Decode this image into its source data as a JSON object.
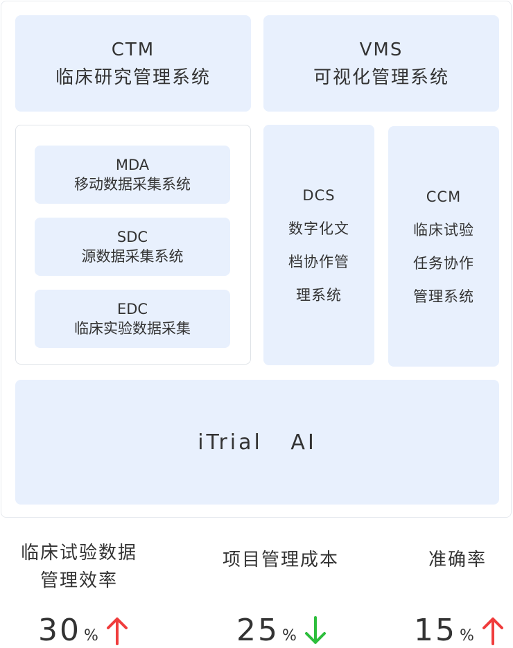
{
  "diagram": {
    "ctm": {
      "abbr": "CTM",
      "name": "临床研究管理系统"
    },
    "vms": {
      "abbr": "VMS",
      "name": "可视化管理系统"
    },
    "mda": {
      "abbr": "MDA",
      "name": "移动数据采集系统"
    },
    "sdc": {
      "abbr": "SDC",
      "name": "源数据采集系统"
    },
    "edc": {
      "abbr": "EDC",
      "name": "临床实验数据采集"
    },
    "dcs": {
      "abbr": "DCS",
      "lines": [
        "数字化文",
        "档协作管",
        "理系统"
      ]
    },
    "ccm": {
      "abbr": "CCM",
      "lines": [
        "临床试验",
        "任务协作",
        "管理系统"
      ]
    },
    "ai": {
      "label": "iTrial   AI"
    },
    "colors": {
      "box": "#e8f0fd",
      "up": "#f03c3c",
      "down": "#2dbe3c"
    }
  },
  "metrics": [
    {
      "label_lines": [
        "临床试验数据",
        "管理效率"
      ],
      "value": "30",
      "unit": "%",
      "direction": "up"
    },
    {
      "label_lines": [
        "项目管理成本"
      ],
      "value": "25",
      "unit": "%",
      "direction": "down"
    },
    {
      "label_lines": [
        "准确率"
      ],
      "value": "15",
      "unit": "%",
      "direction": "up"
    }
  ]
}
